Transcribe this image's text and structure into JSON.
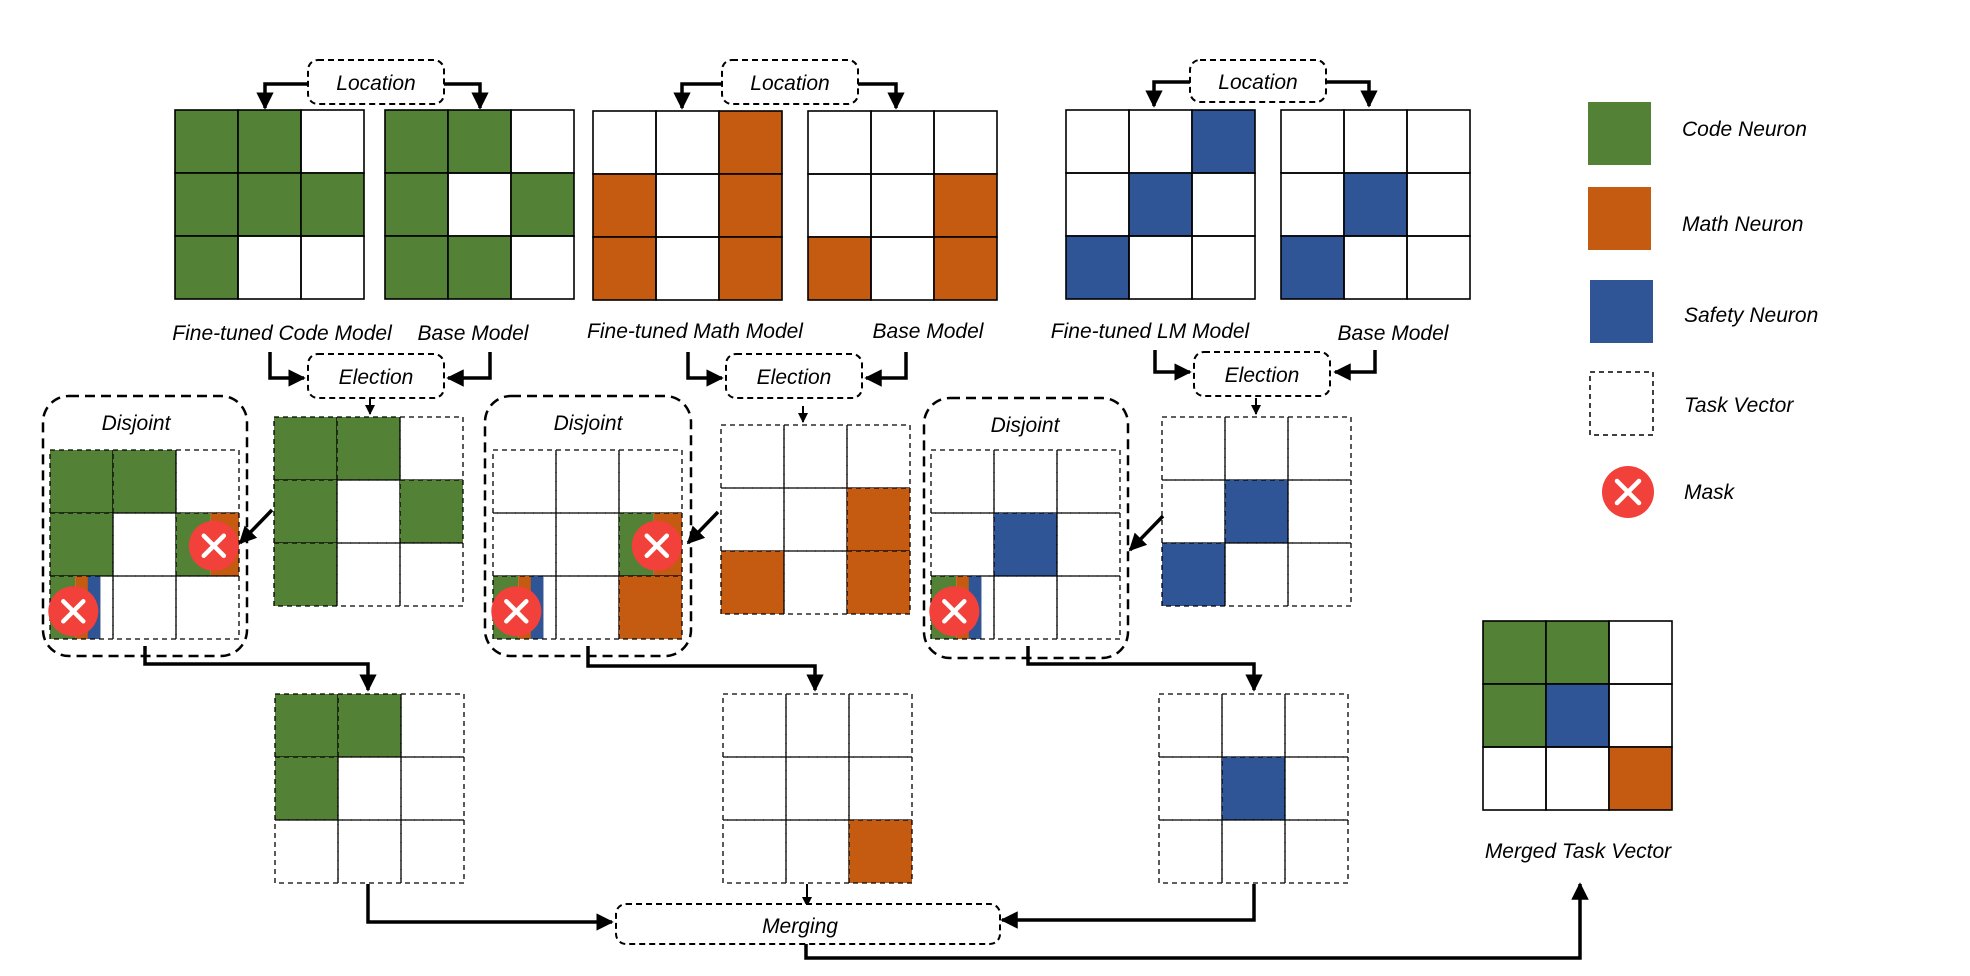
{
  "colors": {
    "code": "#538135",
    "math": "#C55A11",
    "safety": "#2F5597",
    "mask": "#F2403A",
    "line": "#000000"
  },
  "labels": {
    "location": "Location",
    "election": "Election",
    "disjoint": "Disjoint",
    "merging": "Merging",
    "merged_task_vector": "Merged Task Vector"
  },
  "groups": [
    {
      "id": "code",
      "finetuned_label": "Fine-tuned Code Model",
      "base_label": "Base Model",
      "finetuned_grid": [
        "ccw",
        "ccc",
        "cww"
      ],
      "base_grid": [
        "ccw",
        "cwc",
        "ccw"
      ],
      "elected_grid": [
        "ccw",
        "cwc",
        "cww"
      ],
      "disjoint_grid": [
        "ccw",
        "cwC",
        "Mww"
      ],
      "result_grid": [
        "ccw",
        "cww",
        "www"
      ]
    },
    {
      "id": "math",
      "finetuned_label": "Fine-tuned  Math Model",
      "base_label": "Base Model",
      "finetuned_grid": [
        "wwm",
        "mwm",
        "mwm"
      ],
      "base_grid": [
        "www",
        "wwm",
        "mwm"
      ],
      "elected_grid": [
        "www",
        "wwm",
        "mwm"
      ],
      "disjoint_grid": [
        "www",
        "wwX",
        "Mwm"
      ],
      "result_grid": [
        "www",
        "www",
        "wwm"
      ]
    },
    {
      "id": "safety",
      "finetuned_label": "Fine-tuned LM Model",
      "base_label": "Base Model",
      "finetuned_grid": [
        "wws",
        "wsw",
        "sww"
      ],
      "base_grid": [
        "www",
        "wsw",
        "sww"
      ],
      "elected_grid": [
        "www",
        "wsw",
        "sww"
      ],
      "disjoint_grid": [
        "www",
        "wsw",
        "Mww"
      ],
      "result_grid": [
        "www",
        "wsw",
        "www"
      ]
    }
  ],
  "merged_grid": [
    "ccw",
    "csw",
    "wwm"
  ],
  "legend": [
    {
      "key": "code",
      "label": "Code Neuron"
    },
    {
      "key": "math",
      "label": "Math Neuron"
    },
    {
      "key": "safety",
      "label": "Safety Neuron"
    },
    {
      "key": "task",
      "label": "Task Vector"
    },
    {
      "key": "mask",
      "label": "Mask"
    }
  ]
}
